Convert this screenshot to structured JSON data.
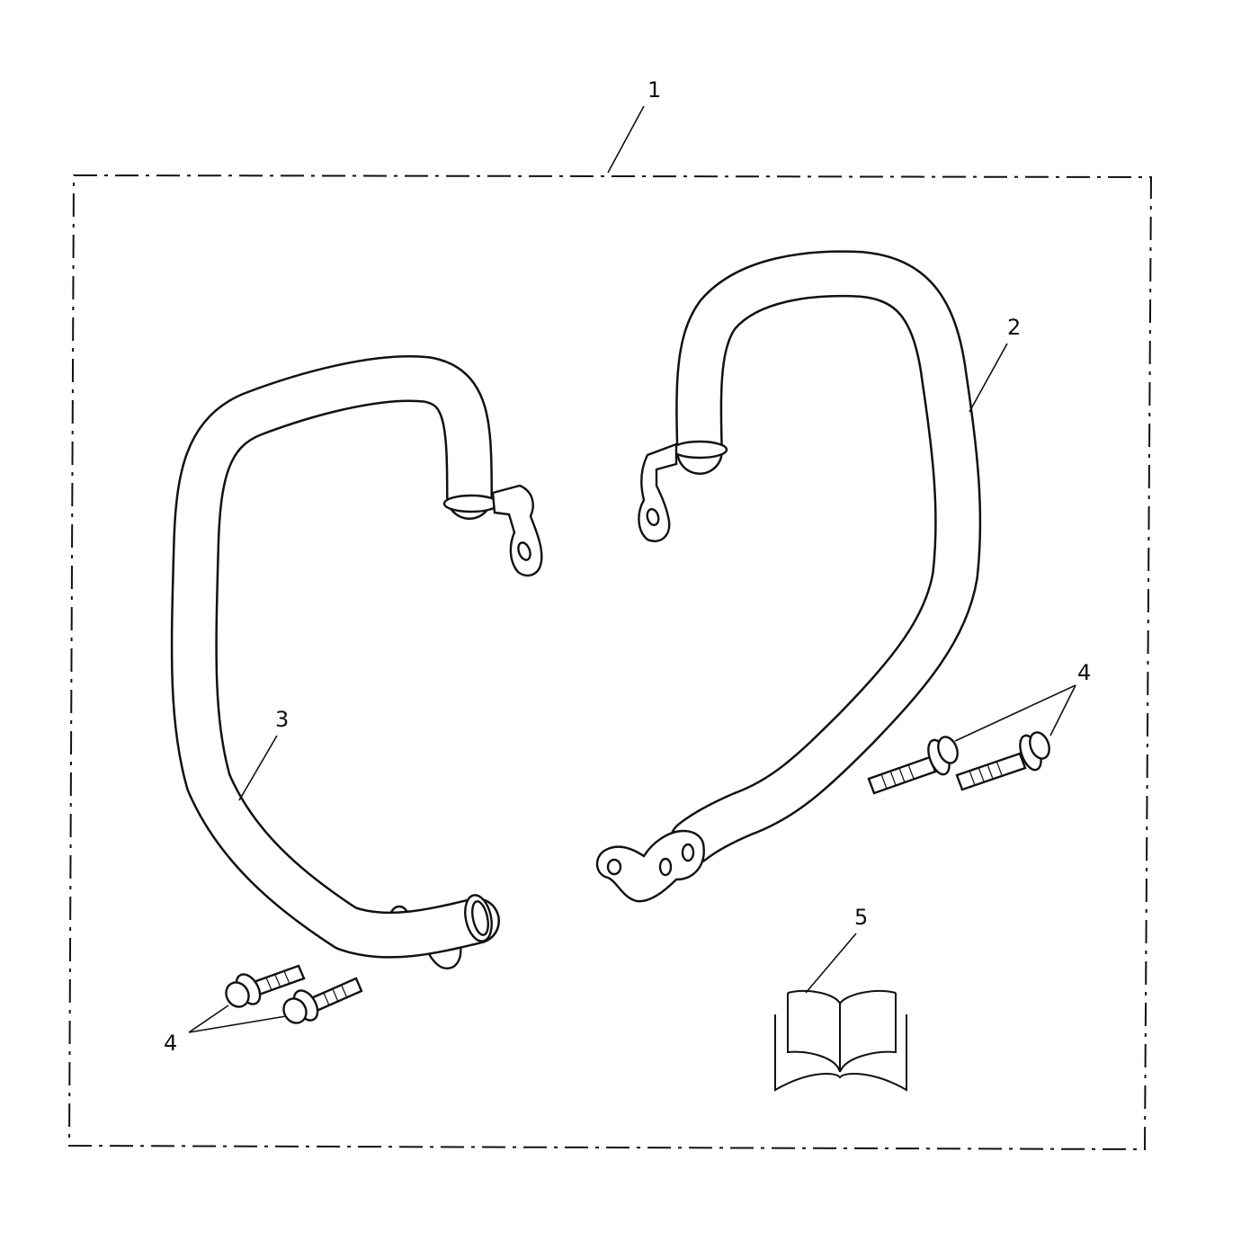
{
  "callouts": {
    "kit": "1",
    "right_guard": "2",
    "left_guard": "3",
    "bolts_right": "4",
    "bolts_left": "4",
    "instructions": "5"
  }
}
